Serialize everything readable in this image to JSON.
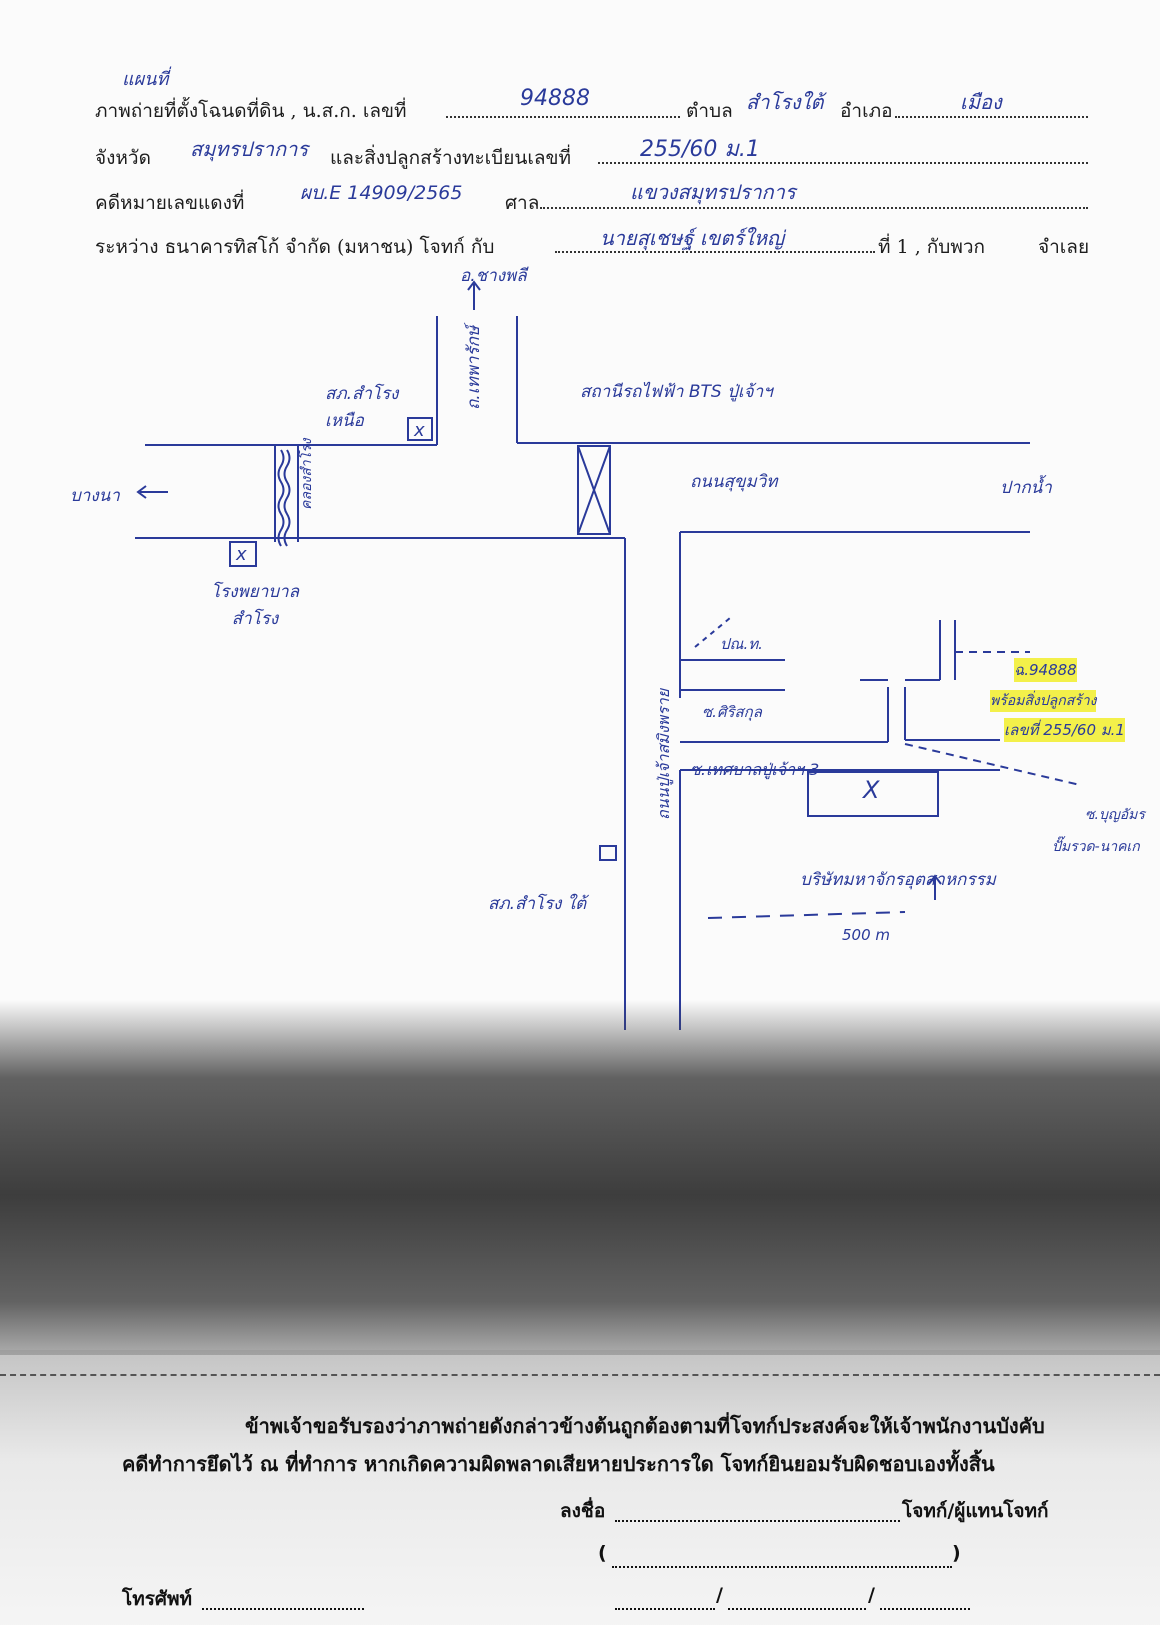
{
  "header": {
    "line1_caption_handwritten": "แผนที่",
    "line1_a": "ภาพถ่ายที่ตั้งโฉนดที่ดิน , น.ส.",
    "line1_b": "ก. เลขที่",
    "line1_deed_no": "94888",
    "line1_c": "ตำบล",
    "line1_tambon": "สำโรงใต้",
    "line1_d": "อำเภอ",
    "line1_amphoe": "เมือง",
    "line2_a": "จังหวัด",
    "line2_province": "สมุทรปราการ",
    "line2_b": "และสิ่งปลูกสร้างทะเบียนเลขที่",
    "line2_house_no": "255/60 ม.1",
    "line3_a": "คดีหมายเลขแดงที่",
    "line3_case_no": "ผบ.E 14909/2565",
    "line3_b": "ศาล",
    "line3_court": "แขวงสมุทรปราการ",
    "line4_a": "ระหว่าง ธนาคารทิสโก้ จำกัด (มหาชน) โจทก์ กับ",
    "line4_defendant": "นายสุเชษฐ์ เขตร์ใหญ่",
    "line4_b": "ที่ 1 , กับพวก",
    "line4_c": "จำเลย"
  },
  "map": {
    "road_north": "อ.ชางพลี",
    "road_theparak": "ถ.เทพารักษ์",
    "police_north": "สภ.สำโรง เหนือ",
    "bts_station": "สถานีรถไฟฟ้า BTS ปู่เจ้าฯ",
    "canal": "คลองสำโรง",
    "sukhumvit": "ถนนสุขุมวิท",
    "to_bangna": "บางนา",
    "to_paknam": "ปากน้ำ",
    "hospital": "โรงพยาบาล สำโรง",
    "pu_chao_rd": "ถนนปู่เจ้าสมิงพราย",
    "post_office": "ปณ.ท.",
    "soi_sirisakun": "ซ.ศิริสกุล",
    "soi_thetsaban": "ซ.เทศบาลปู่เจ้าฯ 3",
    "parcel_label_1": "ฉ.94888",
    "parcel_label_2": "พร้อมสิ่งปลูกสร้าง",
    "parcel_label_3": "เลขที่ 255/60 ม.1",
    "soi_right": "ซ.บุญอัมร",
    "right_bottom": "ปั๊มรวด-นาคเก",
    "factory": "บริษัทมหาจักรอุตสาหกรรม",
    "police_south": "สภ.สำโรง ใต้",
    "distance": "500 m"
  },
  "footer": {
    "cert_line1": "ข้าพเจ้าขอรับรองว่าภาพถ่ายดังกล่าวข้างต้นถูกต้องตามที่โจทก์ประสงค์จะให้เจ้าพนักงานบังคับ",
    "cert_line2": "คดีทำการยึดไว้ ณ ที่ทำการ หากเกิดความผิดพลาดเสียหายประการใด โจทก์ยินยอมรับผิดชอบเองทั้งสิ้น",
    "sign_label": "ลงชื่อ",
    "sign_role": "โจทก์/ผู้แทนโจทก์",
    "name_open": "(",
    "name_close": ")",
    "phone_label": "โทรศัพท์",
    "date_slash1": "/",
    "date_slash2": "/"
  }
}
